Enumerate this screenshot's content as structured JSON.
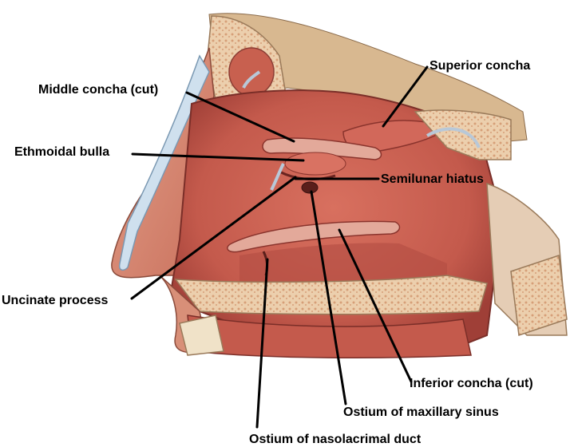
{
  "figure": {
    "labels": {
      "middle_concha": "Middle concha (cut)",
      "ethmoidal_bulla": "Ethmoidal bulla",
      "uncinate_process": "Uncinate process",
      "superior_concha": "Superior concha",
      "semilunar_hiatus": "Semilunar hiatus",
      "inferior_concha": "Inferior concha (cut)",
      "ostium_maxillary": "Ostium of maxillary sinus",
      "ostium_nasolacrimal": "Ostium of nasolacrimal duct"
    },
    "colors": {
      "mucosa": "#c85a4f",
      "mucosa_dark": "#a3413a",
      "bone": "#e8c9a8",
      "marrow": "#d9a07e",
      "skin": "#d9876e",
      "background": "#ffffff"
    }
  }
}
